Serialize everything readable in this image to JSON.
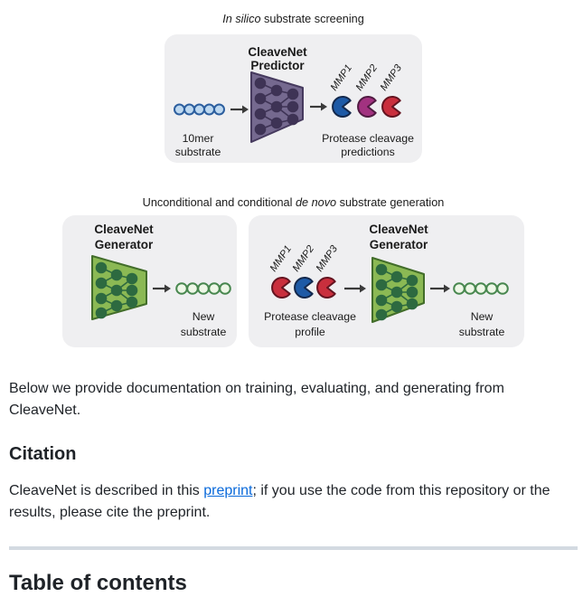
{
  "colors": {
    "panel_bg": "#efeff1",
    "arrow": "#3a3a3a",
    "predictor_fill": "#75698f",
    "predictor_stroke": "#463a5e",
    "predictor_node": "#3e3355",
    "generator_fill": "#8bb954",
    "generator_stroke": "#426d2a",
    "generator_node": "#2d6a40",
    "bead_blue_fill": "#bdd8f0",
    "bead_blue_stroke": "#2d5f9f",
    "bead_green_fill": "#eef7e7",
    "bead_green_stroke": "#48874f",
    "link": "#0969da",
    "hr": "#d3dae1",
    "text": "#1f2328"
  },
  "figure1": {
    "title_italic": "In silico",
    "title_rest": " substrate screening",
    "model_label": [
      "CleaveNet",
      "Predictor"
    ],
    "input_label": [
      "10mer",
      "substrate"
    ],
    "output_label": [
      "Protease cleavage",
      "predictions"
    ],
    "proteases": [
      {
        "name": "MMP1",
        "color": "#1e5aa6",
        "stroke": "#14294d"
      },
      {
        "name": "MMP2",
        "color": "#a23280",
        "stroke": "#511b42"
      },
      {
        "name": "MMP3",
        "color": "#c92f3d",
        "stroke": "#641420"
      }
    ]
  },
  "figure2": {
    "title_pre": "Unconditional and conditional ",
    "title_italic": "de novo",
    "title_post": " substrate generation",
    "left": {
      "model_label": [
        "CleaveNet",
        "Generator"
      ],
      "output_label": [
        "New",
        "substrate"
      ]
    },
    "right": {
      "proteases": [
        {
          "name": "MMP1",
          "color": "#c92f3d",
          "stroke": "#641420"
        },
        {
          "name": "MMP2",
          "color": "#1e5aa6",
          "stroke": "#14294d"
        },
        {
          "name": "MMP3",
          "color": "#c92f3d",
          "stroke": "#641420"
        }
      ],
      "profile_label": [
        "Protease cleavage",
        "profile"
      ],
      "model_label": [
        "CleaveNet",
        "Generator"
      ],
      "output_label": [
        "New",
        "substrate"
      ]
    }
  },
  "content": {
    "intro": "Below we provide documentation on training, evaluating, and generating from CleaveNet.",
    "citation_heading": "Citation",
    "citation_pre": "CleaveNet is described in this ",
    "citation_link": "preprint",
    "citation_post": "; if you use the code from this repository or the results, please cite the preprint.",
    "toc_heading": "Table of contents"
  }
}
